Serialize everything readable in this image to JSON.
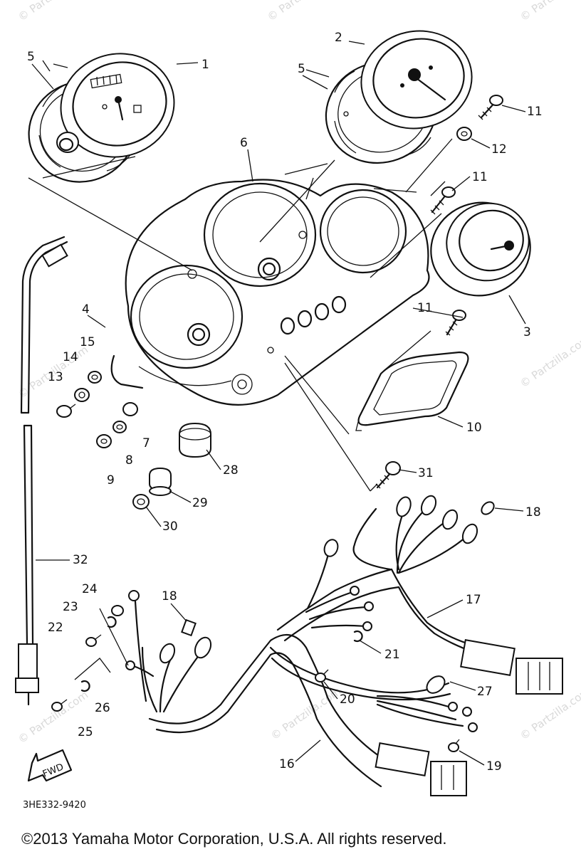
{
  "watermark_text": "© Partzilla.com",
  "diagram_code": "3HE332-9420",
  "fwd_label": "FWD",
  "copyright": "©2013  Yamaha Motor Corporation, U.S.A. All rights reserved.",
  "callouts": {
    "c1": "1",
    "c2": "2",
    "c3": "3",
    "c4": "4",
    "c5a": "5",
    "c5b": "5",
    "c6": "6",
    "c7": "7",
    "c8": "8",
    "c9": "9",
    "c10": "10",
    "c11a": "11",
    "c11b": "11",
    "c11c": "11",
    "c12": "12",
    "c13": "13",
    "c14": "14",
    "c15": "15",
    "c16": "16",
    "c17": "17",
    "c18a": "18",
    "c18b": "18",
    "c19": "19",
    "c20": "20",
    "c21": "21",
    "c22": "22",
    "c23": "23",
    "c24": "24",
    "c25": "25",
    "c26": "26",
    "c27": "27",
    "c28": "28",
    "c29": "29",
    "c30": "30",
    "c31": "31",
    "c32": "32"
  }
}
